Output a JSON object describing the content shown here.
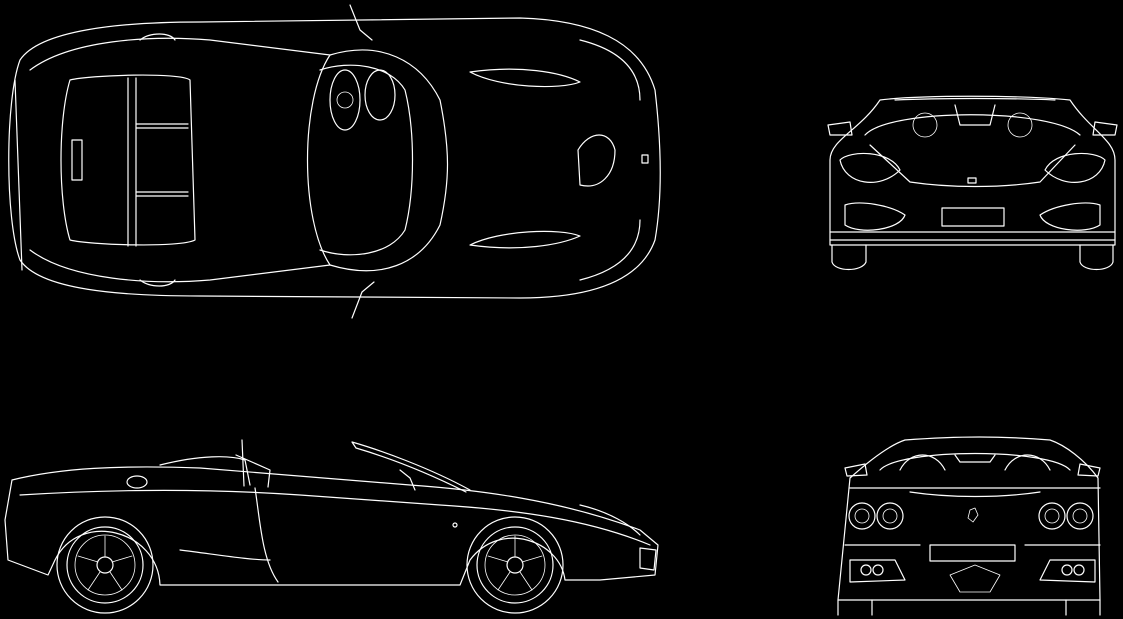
{
  "drawing": {
    "background_color": "#000000",
    "line_color": "#ffffff",
    "views": [
      {
        "id": "top-view"
      },
      {
        "id": "front-view"
      },
      {
        "id": "side-view"
      },
      {
        "id": "rear-view"
      }
    ]
  }
}
